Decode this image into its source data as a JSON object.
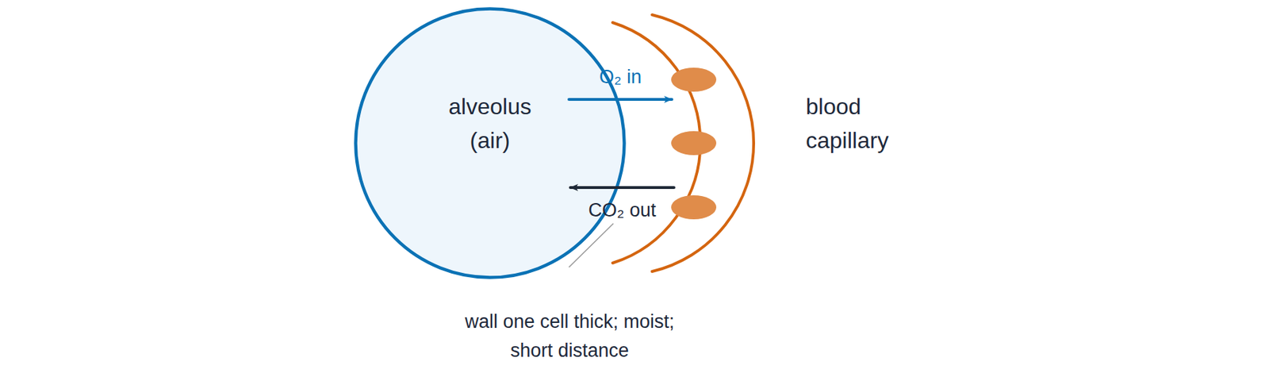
{
  "diagram": {
    "nodes": [
      {
        "text": [
          "alveolus (air)"
        ]
      },
      {
        "text": [
          "blood capillary"
        ]
      }
    ],
    "edges": [
      {
        "from": 0,
        "to": 1,
        "arrow": "to",
        "label": "O₂ in"
      },
      {
        "from": 1,
        "to": 0,
        "arrow": "to",
        "label": "CO₂ out"
      }
    ],
    "labels": [
      "wall one cell thick; moist; short distance"
    ]
  }
}
